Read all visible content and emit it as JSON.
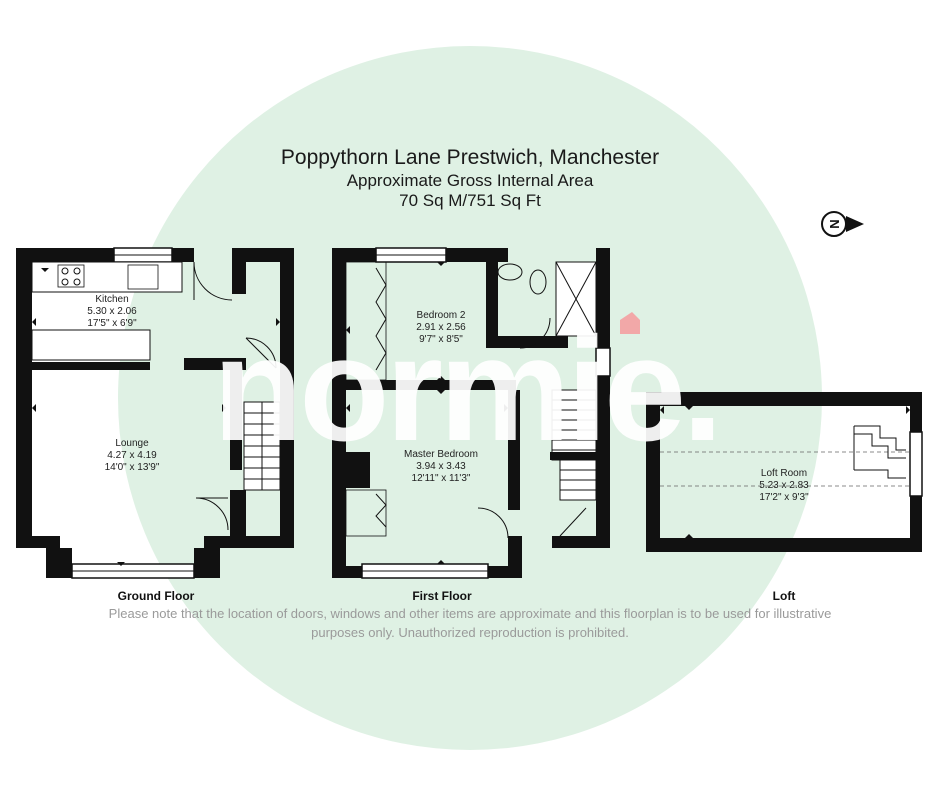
{
  "header": {
    "address": "Poppythorn Lane Prestwich, Manchester",
    "area_label": "Approximate Gross Internal Area",
    "area_value": "70 Sq M/751 Sq Ft"
  },
  "watermark": "normie.",
  "compass": {
    "letter": "N"
  },
  "rooms": {
    "kitchen": {
      "name": "Kitchen",
      "metric": "5.30 x 2.06",
      "imperial": "17'5\" x 6'9\""
    },
    "lounge": {
      "name": "Lounge",
      "metric": "4.27 x 4.19",
      "imperial": "14'0\" x 13'9\""
    },
    "bedroom2": {
      "name": "Bedroom 2",
      "metric": "2.91 x 2.56",
      "imperial": "9'7\" x 8'5\""
    },
    "master": {
      "name": "Master Bedroom",
      "metric": "3.94 x 3.43",
      "imperial": "12'11\" x 11'3\""
    },
    "loft": {
      "name": "Loft Room",
      "metric": "5.23 x 2.83",
      "imperial": "17'2\" x 9'3\""
    }
  },
  "floors": {
    "ground": "Ground Floor",
    "first": "First Floor",
    "loft": "Loft"
  },
  "disclaimer": {
    "line1": "Please note that the location of doors, windows and other items are approximate and this floorplan is to be used for illustrative",
    "line2": "purposes only. Unauthorized reproduction is prohibited."
  },
  "colors": {
    "background_circle": "#dff1e4",
    "walls": "#111111",
    "watermark_accent": "#f2a8a8"
  }
}
